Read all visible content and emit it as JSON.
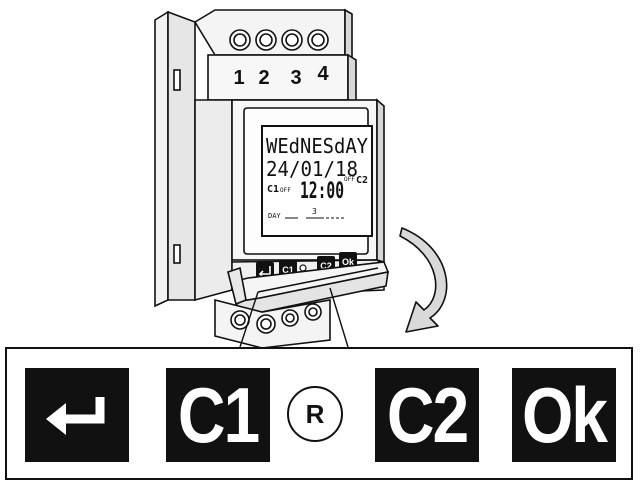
{
  "terminals": [
    "1",
    "2",
    "3",
    "4"
  ],
  "lcd": {
    "day_name": "WEdNESdAY",
    "date": "24/01/18",
    "channel1": "C1",
    "channel1_state": "OFF",
    "time": "12:00",
    "channel2_state": "OFF",
    "channel2": "C2",
    "day_label": "DAY",
    "day_value": "3"
  },
  "mini_keys": {
    "c1": "C1",
    "c2": "C2",
    "ok": "Ok"
  },
  "zoom_keys": {
    "c1": "C1",
    "reset": "R",
    "c2": "C2",
    "ok": "Ok"
  },
  "icons": {
    "enter": "enter-arrow-icon",
    "rotate": "curved-arrow-icon"
  }
}
